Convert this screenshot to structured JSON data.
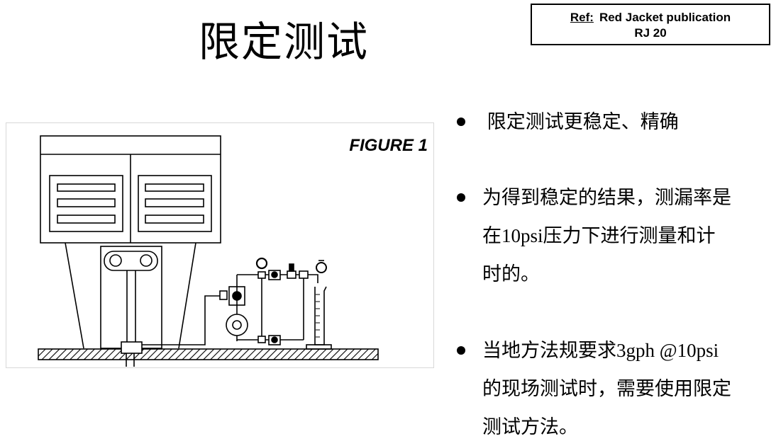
{
  "title": "限定测试",
  "ref": {
    "label": "Ref:",
    "line1": "Red Jacket publication",
    "line2": "RJ 20"
  },
  "figure": {
    "label": "FIGURE 1"
  },
  "bullets": [
    {
      "lines": [
        " 限定测试更稳定、精确"
      ]
    },
    {
      "lines": [
        "为得到稳定的结果，测漏率是",
        "在10psi压力下进行测量和计",
        "时的。"
      ]
    },
    {
      "lines": [
        "当地方法规要求3gph @10psi",
        "的现场测试时，需要使用限定",
        "测试方法。"
      ]
    }
  ]
}
